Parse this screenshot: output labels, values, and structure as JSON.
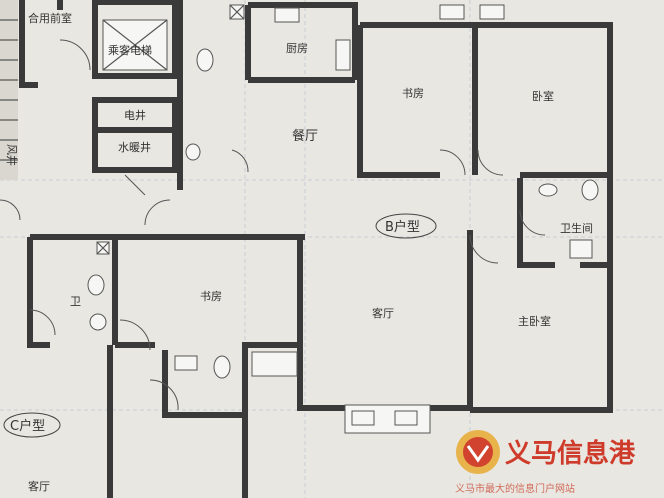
{
  "rooms": {
    "shared_hall": "合用前室",
    "elevator": "乘客电梯",
    "kitchen": "厨房",
    "study_top": "书房",
    "bedroom": "卧室",
    "dining": "餐厅",
    "elec_shaft": "电井",
    "water_shaft": "水暖井",
    "unit_b": "B户型",
    "bathroom": "卫生间",
    "living_b": "客厅",
    "master_bedroom": "主卧室",
    "bath_c": "卫",
    "study_c": "书房",
    "unit_c": "C户型",
    "living_c": "客厅",
    "stair_left": "风井"
  },
  "watermark": {
    "title": "义马信息港",
    "subtitle": "义马市最大的信息门户网站"
  }
}
